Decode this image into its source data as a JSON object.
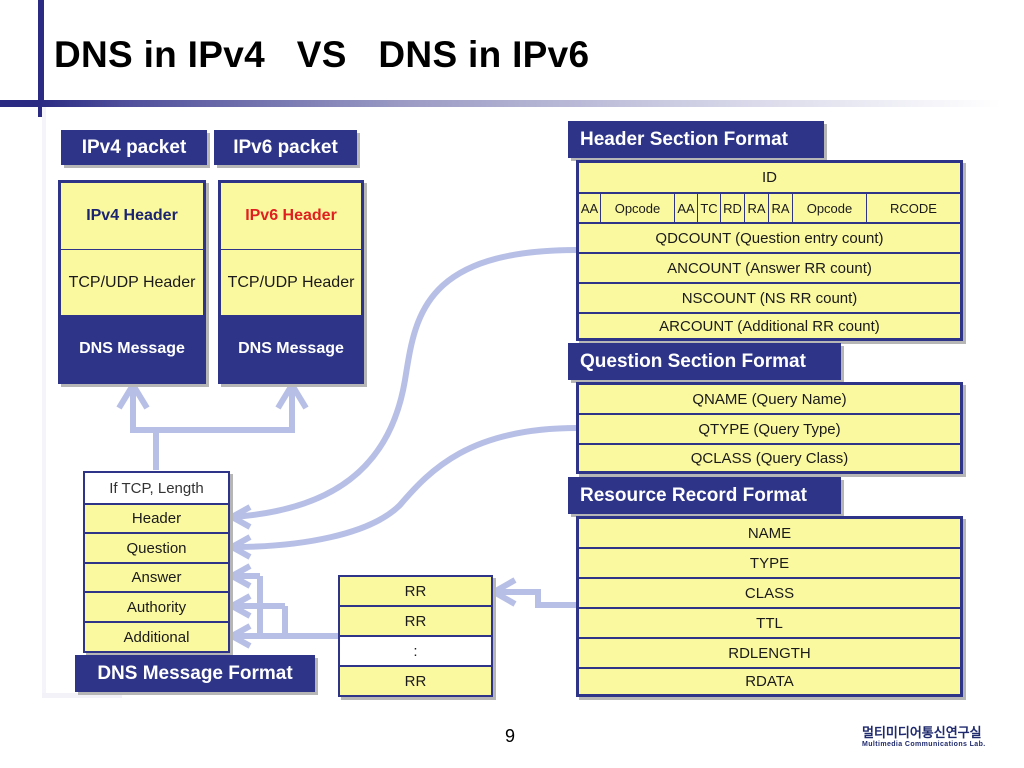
{
  "title": "DNS in IPv4   VS   DNS in IPv6",
  "ipv4_packet": {
    "label": "IPv4 packet",
    "rows": [
      "IPv4 Header",
      "TCP/UDP Header",
      "DNS Message"
    ]
  },
  "ipv6_packet": {
    "label": "IPv6 packet",
    "rows": [
      "IPv6 Header",
      "TCP/UDP Header",
      "DNS Message"
    ]
  },
  "header_section": {
    "label": "Header Section Format",
    "id_row": "ID",
    "flags_row": [
      "AA",
      "Opcode",
      "AA",
      "TC",
      "RD",
      "RA",
      "RA",
      "Opcode",
      "RCODE"
    ],
    "rows": [
      "QDCOUNT (Question entry count)",
      "ANCOUNT (Answer RR count)",
      "NSCOUNT (NS RR count)",
      "ARCOUNT (Additional RR count)"
    ]
  },
  "question_section": {
    "label": "Question Section Format",
    "rows": [
      "QNAME (Query Name)",
      "QTYPE (Query Type)",
      "QCLASS (Query Class)"
    ]
  },
  "resource_record": {
    "label": "Resource Record Format",
    "rows": [
      "NAME",
      "TYPE",
      "CLASS",
      "TTL",
      "RDLENGTH",
      "RDATA"
    ]
  },
  "dns_message": {
    "label": "DNS Message Format",
    "rows": [
      "If TCP, Length",
      "Header",
      "Question",
      "Answer",
      "Authority",
      "Additional"
    ]
  },
  "rr_list": {
    "rows": [
      "RR",
      "RR",
      ":",
      "RR"
    ]
  },
  "colors": {
    "navy": "#2e3588",
    "yellow": "#fbf9a0",
    "arrow": "#b7bfe6",
    "ipv6_header_text": "#e02020"
  },
  "page_number": "9",
  "lab_name_korean": "멀티미디어통신연구실",
  "lab_name_english": "Multimedia Communications Lab."
}
